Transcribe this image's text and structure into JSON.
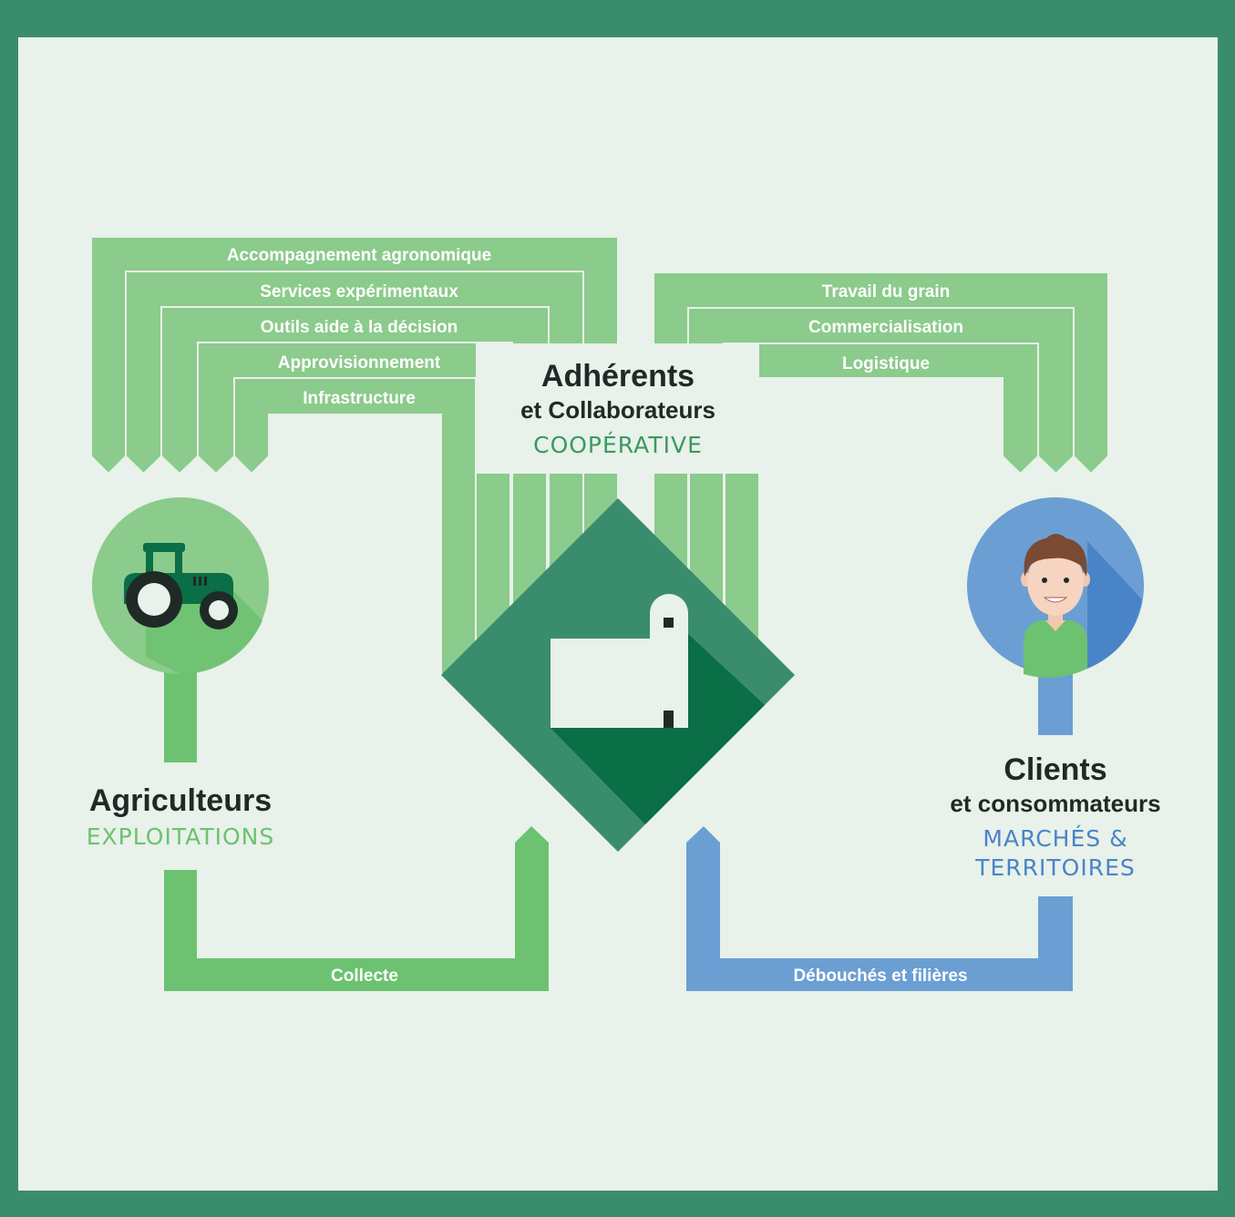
{
  "center": {
    "title": "Adhérents",
    "subtitle": "et Collaborateurs",
    "category": "COOPÉRATIVE"
  },
  "left": {
    "title": "Agriculteurs",
    "category": "EXPLOITATIONS"
  },
  "right": {
    "title": "Clients",
    "subtitle": "et consommateurs",
    "category_line1": "MARCHÉS &",
    "category_line2": "TERRITOIRES"
  },
  "services_left": [
    "Accompagnement agronomique",
    "Services expérimentaux",
    "Outils aide à la décision",
    "Approvisionnement",
    "Infrastructure"
  ],
  "services_right": [
    "Travail du grain",
    "Commercialisation",
    "Logistique"
  ],
  "flows": {
    "collecte": "Collecte",
    "debouches": "Débouchés et filières"
  },
  "colors": {
    "frame": "#3a8c6e",
    "background": "#e8f1ea",
    "light_green": "#8bcb8b",
    "green": "#6cc270",
    "blue": "#6b9fd3",
    "dark_green": "#3a8c6e",
    "deep_green": "#0a6e47",
    "text_dark": "#1f2a26"
  },
  "icons": {
    "left": "tractor-icon",
    "center": "farm-barn-silo-icon",
    "right": "person-avatar-icon"
  }
}
